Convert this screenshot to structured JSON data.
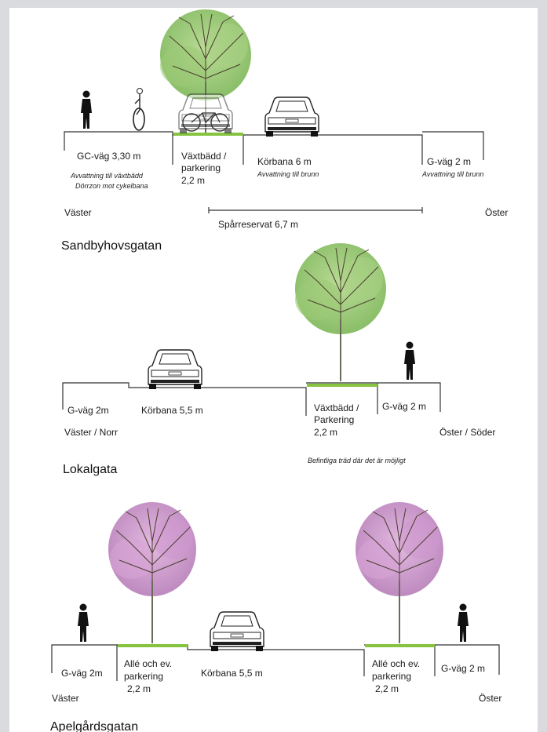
{
  "sections": [
    {
      "title": "Sandbyhovsgatan",
      "west": "Väster",
      "east": "Öster",
      "segments": [
        {
          "label": "GC-väg 3,30 m",
          "notes": [
            "Avvattning till växtbädd",
            "Dörrzon mot cykelbana"
          ]
        },
        {
          "label_lines": [
            "Växtbädd /",
            "parkering",
            "2,2 m"
          ]
        },
        {
          "label": "Körbana 6 m",
          "notes": [
            "Avvattning till brunn"
          ]
        },
        {
          "label": "G-väg 2 m",
          "notes": [
            "Avvattning till brunn"
          ]
        }
      ],
      "dimension": "Spårreservat 6,7 m"
    },
    {
      "title": "Lokalgata",
      "west": "Väster / Norr",
      "east": "Öster / Söder",
      "segments": [
        {
          "label": "G-väg 2m"
        },
        {
          "label": "Körbana 5,5 m"
        },
        {
          "label_lines": [
            "Växtbädd /",
            "Parkering",
            "2,2 m"
          ]
        },
        {
          "label": "G-väg 2 m"
        }
      ],
      "note": "Befintliga träd där det är möjligt"
    },
    {
      "title": "Apelgårdsgatan",
      "west": "Väster",
      "east": "Öster",
      "segments": [
        {
          "label": "G-väg 2m"
        },
        {
          "label_lines": [
            "Allé och ev.",
            "parkering",
            "2,2 m"
          ]
        },
        {
          "label": "Körbana 5,5 m"
        },
        {
          "label_lines": [
            "Allé och ev.",
            "parkering",
            "2,2 m"
          ]
        },
        {
          "label": "G-väg 2 m"
        }
      ]
    }
  ],
  "colors": {
    "planting_bed": "#86c440",
    "green_tree": "#8fc26a",
    "pink_tree": "#c88fc8",
    "frame": "#d9dbde"
  },
  "icons": [
    "pedestrian-icon",
    "cyclist-icon",
    "car-icon",
    "tree-icon",
    "bicycle-icon"
  ]
}
